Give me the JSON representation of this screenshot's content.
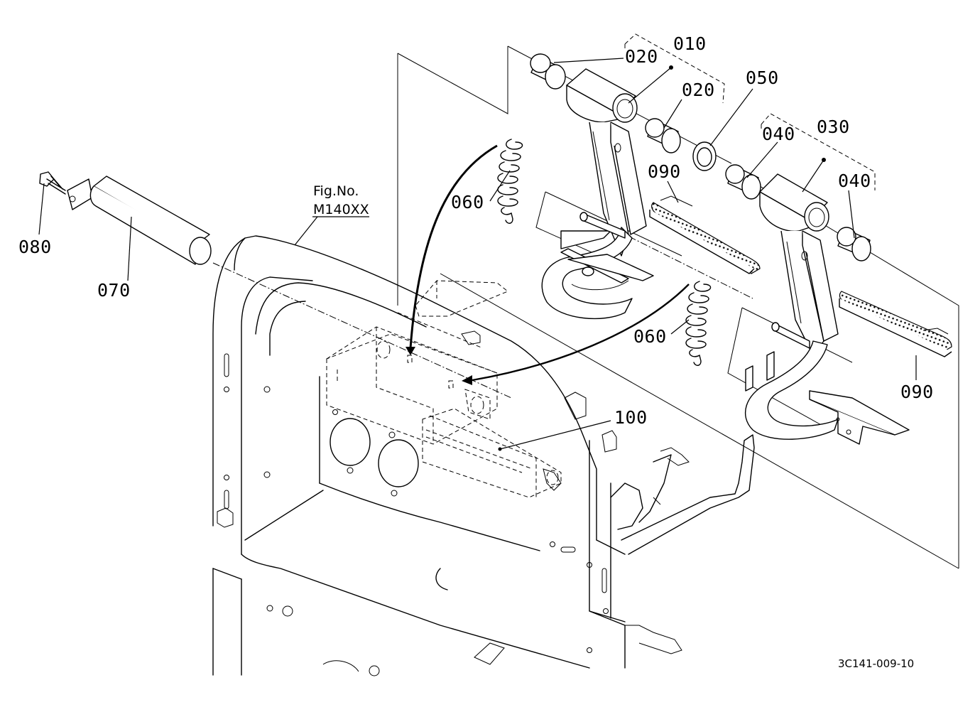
{
  "figure": {
    "fig_no_label": "Fig.No.",
    "fig_no_value": "M140XX",
    "drawing_number": "3C141-009-10"
  },
  "callouts": {
    "c010": "010",
    "c020a": "020",
    "c020b": "020",
    "c030": "030",
    "c040a": "040",
    "c040b": "040",
    "c050": "050",
    "c060a": "060",
    "c060b": "060",
    "c070": "070",
    "c080": "080",
    "c090a": "090",
    "c090b": "090",
    "c100": "100"
  }
}
